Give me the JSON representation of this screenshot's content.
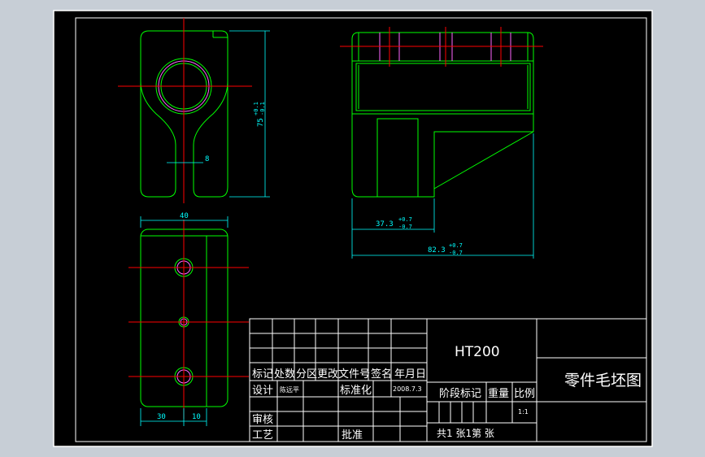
{
  "dimensions": {
    "height_75": "75",
    "height_75_tol_plus": "+0.1",
    "height_75_tol_minus": "-0.1",
    "slot_8": "8",
    "width_40": "40",
    "bottom_30": "30",
    "bottom_10": "10",
    "length_37_3": "37.3",
    "length_37_3_tol_plus": "+0.7",
    "length_37_3_tol_minus": "-0.7",
    "length_82_3": "82.3",
    "length_82_3_tol_plus": "+0.7",
    "length_82_3_tol_minus": "-0.7"
  },
  "title_block": {
    "material": "HT200",
    "drawing_title": "零件毛坯图",
    "rev_header": [
      "标记",
      "处数",
      "分区",
      "更改文件号",
      "签名",
      "年月日"
    ],
    "design_label": "设计",
    "designer": "陈远平",
    "standardize_label": "标准化",
    "date": "2008.7.3",
    "stage_label": "阶段标记",
    "weight_label": "重量",
    "scale_label": "比例",
    "scale_value": "1:1",
    "review_label": "审核",
    "process_label": "工艺",
    "approve_label": "批准",
    "sheets_text": "共1 张1第 张"
  },
  "colors": {
    "background": "#c7ced6",
    "frame": "#ffffff",
    "paper": "#000000",
    "outline": "#00ff00",
    "center": "#ff0000",
    "dimension": "#00ffff",
    "hidden": "#ff66ff"
  }
}
